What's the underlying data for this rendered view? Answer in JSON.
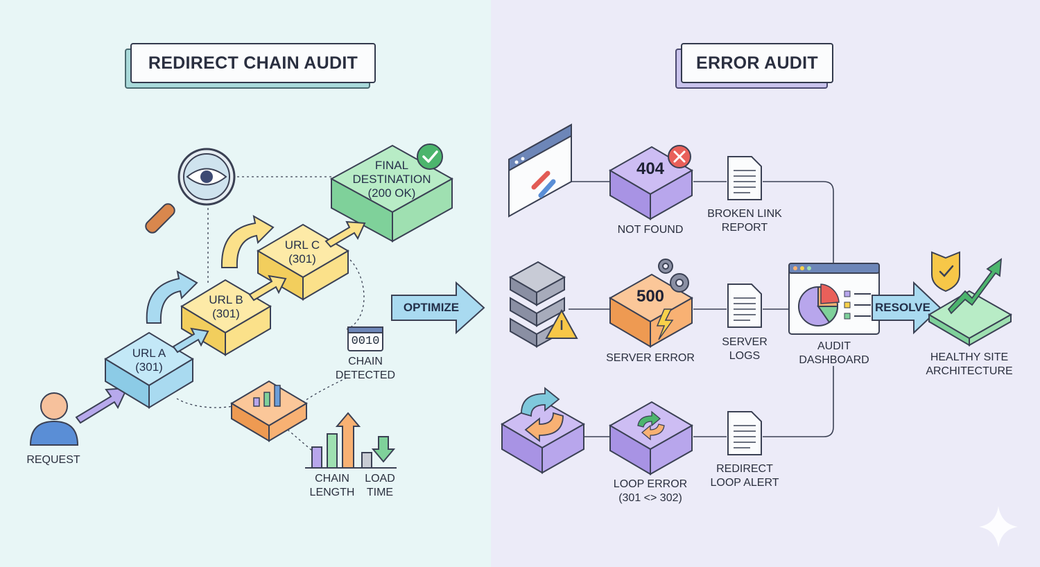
{
  "left_panel": {
    "title": "REDIRECT CHAIN AUDIT",
    "request_label": "REQUEST",
    "url_a": {
      "name": "URL A",
      "code": "(301)"
    },
    "url_b": {
      "name": "URL B",
      "code": "(301)"
    },
    "url_c": {
      "name": "URL C",
      "code": "(301)"
    },
    "final": {
      "line1": "FINAL",
      "line2": "DESTINATION",
      "line3": "(200 OK)"
    },
    "binary": "0010",
    "chain_detected": {
      "line1": "CHAIN",
      "line2": "DETECTED"
    },
    "metrics": {
      "chain_length": {
        "line1": "CHAIN",
        "line2": "LENGTH"
      },
      "load_time": {
        "line1": "LOAD",
        "line2": "TIME"
      }
    }
  },
  "optimize_label": "OPTIMIZE",
  "right_panel": {
    "title": "ERROR AUDIT",
    "row_404": {
      "code": "404",
      "label": "NOT FOUND",
      "report": {
        "line1": "BROKEN LINK",
        "line2": "REPORT"
      }
    },
    "row_500": {
      "code": "500",
      "label": "SERVER ERROR",
      "report": {
        "line1": "SERVER",
        "line2": "LOGS"
      }
    },
    "row_loop": {
      "label": {
        "line1": "LOOP ERROR",
        "line2": "(301 <> 302)"
      },
      "report": {
        "line1": "REDIRECT",
        "line2": "LOOP ALERT"
      }
    },
    "dashboard": {
      "line1": "AUDIT",
      "line2": "DASHBOARD"
    },
    "resolve_label": "RESOLVE",
    "healthy": {
      "line1": "HEALTHY SITE",
      "line2": "ARCHITECTURE"
    }
  },
  "colors": {
    "left_bg": "#e8f6f6",
    "right_bg": "#ecebf8",
    "blue_block": "#a9daf0",
    "yellow_block": "#fbe18a",
    "green_block": "#9fe0b1",
    "orange_block": "#f8b173",
    "purple_block": "#b8a6ec"
  }
}
